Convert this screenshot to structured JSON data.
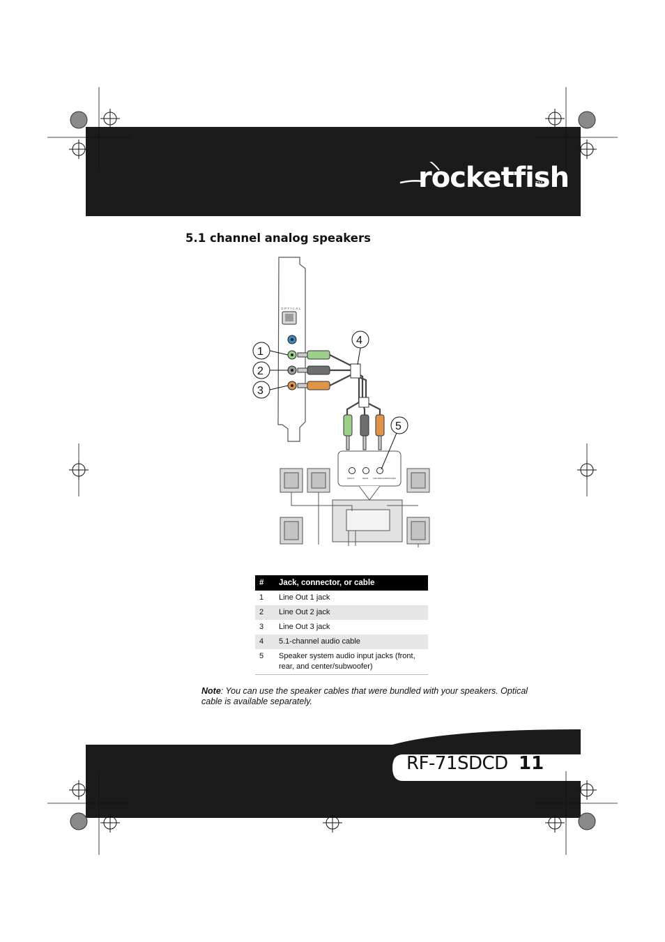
{
  "header": {
    "brand": "rocketfish",
    "trademark": "TM"
  },
  "section_title": "5.1 channel analog speakers",
  "diagram": {
    "optical_label": "OPTICAL",
    "callouts": [
      "1",
      "2",
      "3",
      "4",
      "5"
    ],
    "speaker_jack_labels": [
      "FRONT",
      "REAR",
      "CENTER/SUBWOOFER"
    ],
    "colors": {
      "green": "#9fd089",
      "gray": "#6e6e6e",
      "orange": "#e0944a",
      "blue": "#3c8ac0"
    }
  },
  "table": {
    "headers": [
      "#",
      "Jack, connector, or cable"
    ],
    "rows": [
      {
        "num": "1",
        "desc": "Line Out 1 jack"
      },
      {
        "num": "2",
        "desc": "Line Out 2 jack"
      },
      {
        "num": "3",
        "desc": "Line Out 3 jack"
      },
      {
        "num": "4",
        "desc": "5.1-channel audio cable"
      },
      {
        "num": "5",
        "desc": "Speaker system audio input jacks (front, rear, and center/subwoofer)"
      }
    ]
  },
  "note": {
    "label": "Note",
    "text": ": You can use the speaker cables that were bundled with your speakers. Optical cable is available separately."
  },
  "footer": {
    "model": "RF-71SDCD",
    "page": "11"
  }
}
